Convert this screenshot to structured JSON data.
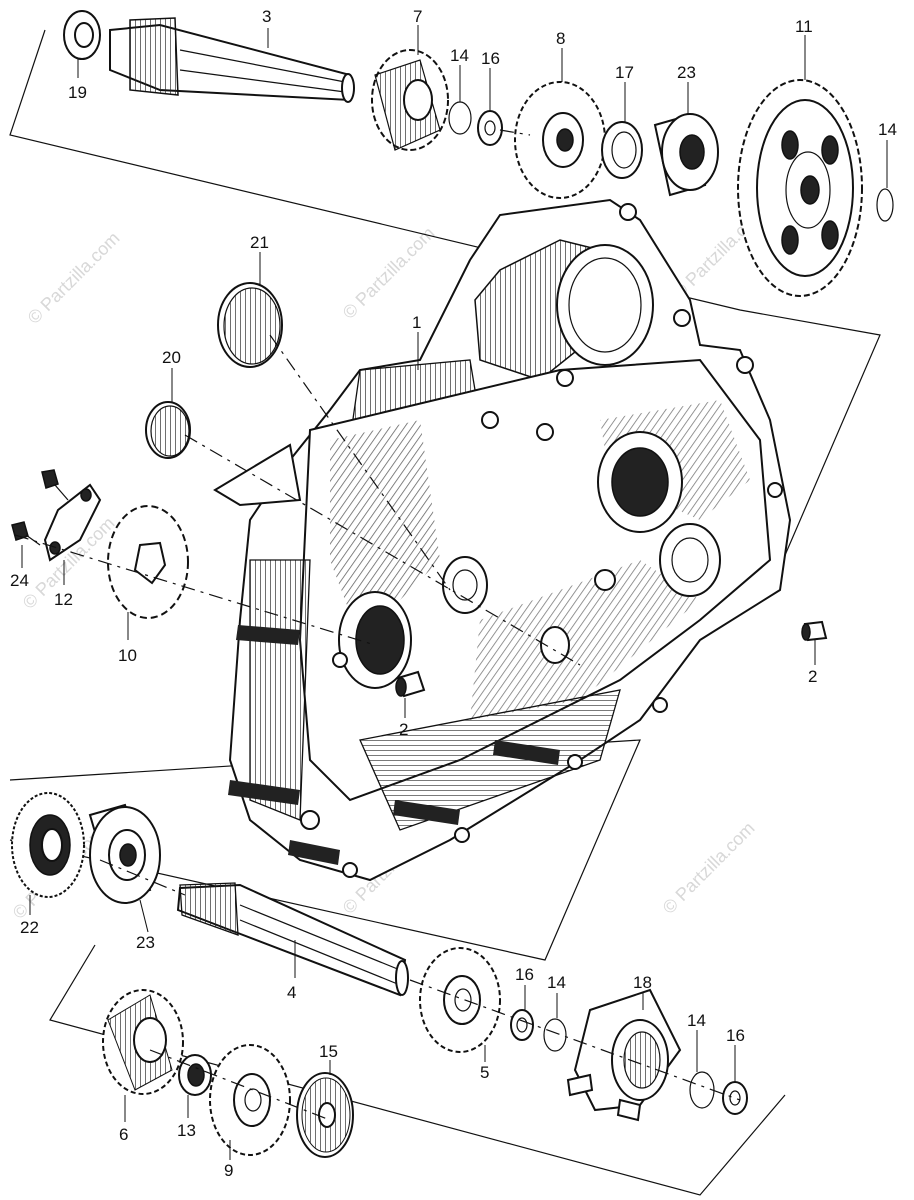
{
  "watermark": {
    "text": "© Partzilla.com",
    "color": "#d8d8d8"
  },
  "callouts": {
    "c1": "1",
    "c2a": "2",
    "c2b": "2",
    "c3": "3",
    "c4": "4",
    "c5": "5",
    "c6": "6",
    "c7": "7",
    "c8": "8",
    "c9": "9",
    "c10": "10",
    "c11": "11",
    "c12": "12",
    "c13": "13",
    "c14a": "14",
    "c14b": "14",
    "c14c": "14",
    "c14d": "14",
    "c15": "15",
    "c16a": "16",
    "c16b": "16",
    "c16c": "16",
    "c17": "17",
    "c18": "18",
    "c19": "19",
    "c20": "20",
    "c21": "21",
    "c22": "22",
    "c23a": "23",
    "c23b": "23",
    "c24": "24"
  }
}
